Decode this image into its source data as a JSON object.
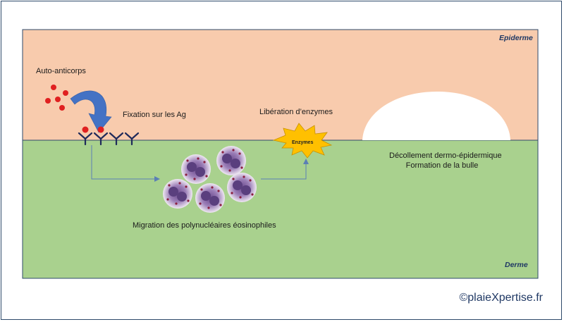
{
  "labels": {
    "epiderme": "Epiderme",
    "derme": "Derme",
    "auto_anticorps": "Auto-anticorps",
    "fixation": "Fixation sur les Ag",
    "liberation": "Libération d’enzymes",
    "enzymes": "Enzymes",
    "decollement_1": "Décollement dermo-épidermique",
    "decollement_2": "Formation de la bulle",
    "migration": "Migration des polynucléaires éosinophiles",
    "copyright": "©plaieXpertise.fr"
  },
  "colors": {
    "epidermis": "#f8cbad",
    "dermis": "#a9d18e",
    "border": "#2e4a6b",
    "antibody_dot": "#e02020",
    "receptor": "#1f2a5a",
    "curved_arrow": "#4472c4",
    "connector": "#5b7fb5",
    "enzyme_burst": "#ffc000",
    "cell": "#7b5c9c"
  }
}
